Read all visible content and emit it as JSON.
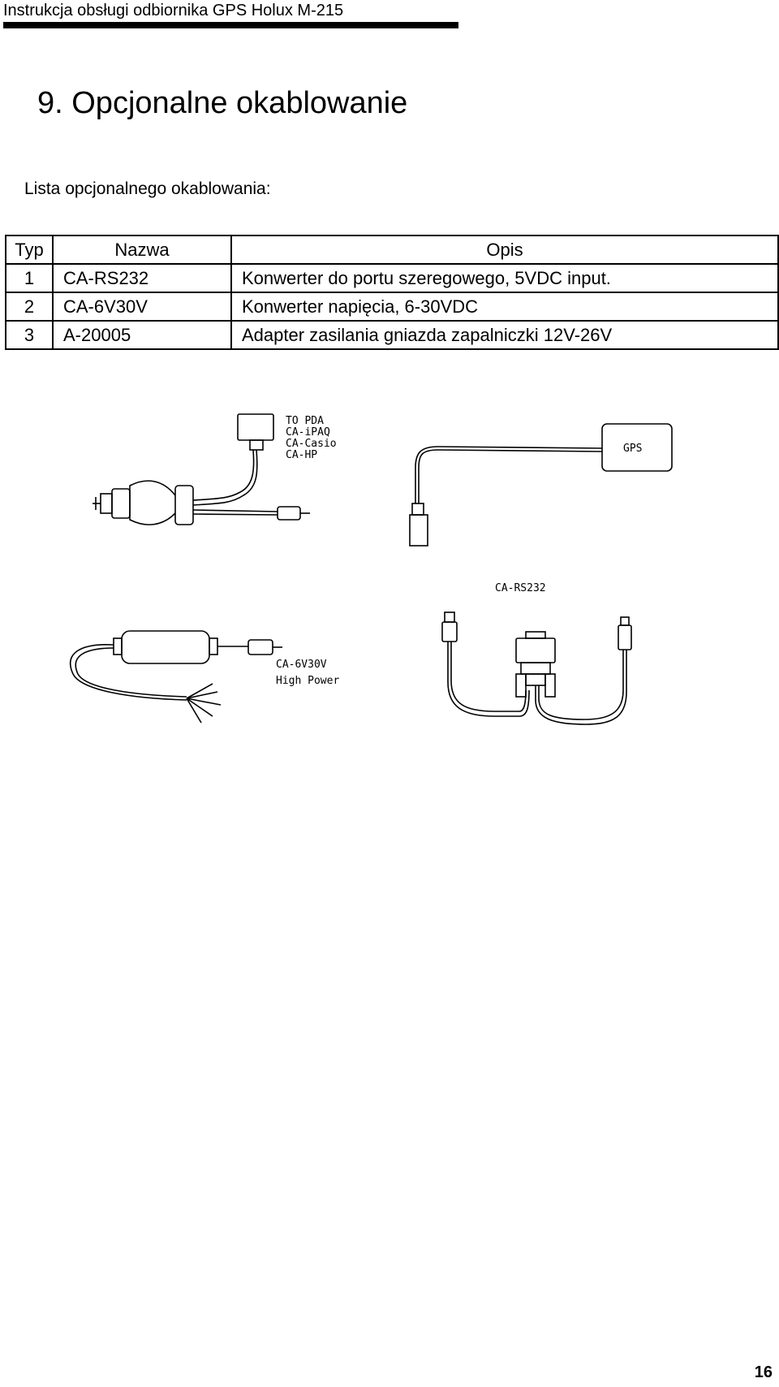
{
  "header": {
    "title": "Instrukcja obsługi odbiornika GPS Holux M-215"
  },
  "chapter": {
    "title": "9.  Opcjonalne okablowanie"
  },
  "intro": "Lista opcjonalnego okablowania:",
  "table": {
    "headers": {
      "typ": "Typ",
      "name": "Nazwa",
      "desc": "Opis"
    },
    "rows": [
      {
        "typ": "1",
        "name": "CA-RS232",
        "desc": "Konwerter do portu szeregowego, 5VDC input."
      },
      {
        "typ": "2",
        "name": "CA-6V30V",
        "desc": "Konwerter napięcia, 6-30VDC"
      },
      {
        "typ": "3",
        "name": "A-20005",
        "desc": "Adapter zasilania gniazda zapalniczki 12V-26V"
      }
    ]
  },
  "figure": {
    "pda_labels": [
      "TO PDA",
      "CA-iPAQ",
      "CA-Casio",
      "CA-HP"
    ],
    "gps_label": "GPS",
    "rs232_label": "CA-RS232",
    "converter_labels": [
      "CA-6V30V",
      "High Power"
    ]
  },
  "footer": {
    "page_number": "16"
  }
}
